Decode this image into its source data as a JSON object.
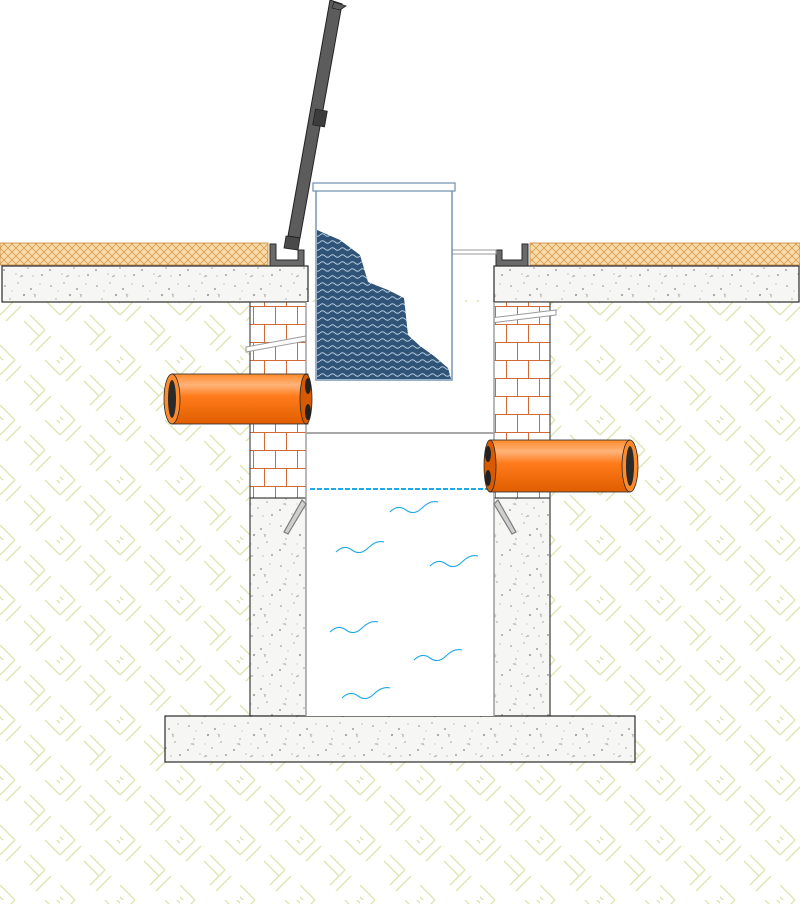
{
  "diagram": {
    "subject": "",
    "colors": {
      "soil_line": "#dfe8b8",
      "concrete_fill": "#f5f5f3",
      "concrete_dots": "#9a9a9a",
      "outline": "#2a2a2a",
      "brick_mortar": "#ffffff",
      "brick_line": "#d2703a",
      "paving": "#f3d8a6",
      "paving_hatch": "#d98e3c",
      "pipe_main": "#ff7a1a",
      "pipe_highlight": "#ffb070",
      "pipe_shadow": "#d85a00",
      "water": "#1fa9e6",
      "filter_media": "#2f5478",
      "lid": "#5c5c5c"
    },
    "components": [
      {
        "id": "lid",
        "icon": "hinged-cover"
      },
      {
        "id": "filter-basket",
        "icon": "filter-insert"
      },
      {
        "id": "frame-left",
        "icon": "frame-channel"
      },
      {
        "id": "frame-right",
        "icon": "frame-channel"
      },
      {
        "id": "paving-left",
        "icon": "paving"
      },
      {
        "id": "paving-right",
        "icon": "paving"
      },
      {
        "id": "slab",
        "icon": "concrete-slab"
      },
      {
        "id": "brick-wall-left",
        "icon": "brick"
      },
      {
        "id": "brick-wall-right",
        "icon": "brick"
      },
      {
        "id": "pipe-inlet",
        "icon": "pipe"
      },
      {
        "id": "pipe-outlet",
        "icon": "pipe"
      },
      {
        "id": "concrete-wall-left",
        "icon": "concrete"
      },
      {
        "id": "concrete-wall-right",
        "icon": "concrete"
      },
      {
        "id": "base-slab",
        "icon": "concrete-slab"
      },
      {
        "id": "water",
        "icon": "water"
      },
      {
        "id": "soil",
        "icon": "soil-hatch"
      }
    ]
  }
}
